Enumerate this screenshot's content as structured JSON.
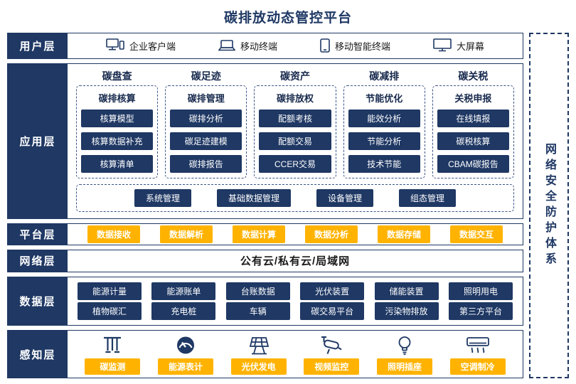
{
  "title": "碳排放动态管控平台",
  "security": {
    "label": "网络安全防护体系"
  },
  "user_layer": {
    "label": "用户层",
    "items": [
      {
        "icon": "desktop-icon",
        "label": "企业客户端"
      },
      {
        "icon": "laptop-icon",
        "label": "移动终端"
      },
      {
        "icon": "tablet-icon",
        "label": "移动智能终端"
      },
      {
        "icon": "big-screen-icon",
        "label": "大屏幕"
      }
    ]
  },
  "application_layer": {
    "label": "应用层",
    "columns": [
      {
        "header": "碳盘查",
        "subheader": "碳排核算",
        "buttons": [
          "核算模型",
          "核算数据补充",
          "核算清单"
        ]
      },
      {
        "header": "碳足迹",
        "subheader": "碳排管理",
        "buttons": [
          "碳排分析",
          "碳足迹建模",
          "碳排报告"
        ]
      },
      {
        "header": "碳资产",
        "subheader": "碳排放权",
        "buttons": [
          "配额考核",
          "配额交易",
          "CCER交易"
        ]
      },
      {
        "header": "碳减排",
        "subheader": "节能优化",
        "buttons": [
          "能效分析",
          "节能分析",
          "技术节能"
        ]
      },
      {
        "header": "碳关税",
        "subheader": "关税申报",
        "buttons": [
          "在线填报",
          "碳税核算",
          "CBAM碳报告"
        ]
      }
    ],
    "management": [
      "系统管理",
      "基础数据管理",
      "设备管理",
      "组态管理"
    ]
  },
  "platform_layer": {
    "label": "平台层",
    "buttons": [
      "数据接收",
      "数据解析",
      "数据计算",
      "数据分析",
      "数据存储",
      "数据交互"
    ]
  },
  "network_layer": {
    "label": "网络层",
    "text": "公有云/私有云/局域网"
  },
  "data_layer": {
    "label": "数据层",
    "row1": [
      "能源计量",
      "能源账单",
      "台账数据",
      "光伏装置",
      "储能装置",
      "照明用电"
    ],
    "row2": [
      "植物碳汇",
      "充电桩",
      "车辆",
      "碳交易平台",
      "污染物排放",
      "第三方平台"
    ]
  },
  "perception_layer": {
    "label": "感知层",
    "items": [
      {
        "icon": "carbon-monitor-icon",
        "label": "碳监测"
      },
      {
        "icon": "energy-gauge-icon",
        "label": "能源表计"
      },
      {
        "icon": "solar-panel-icon",
        "label": "光伏发电"
      },
      {
        "icon": "cctv-camera-icon",
        "label": "视频监控"
      },
      {
        "icon": "light-bulb-icon",
        "label": "照明插座"
      },
      {
        "icon": "air-conditioner-icon",
        "label": "空调制冷"
      }
    ]
  },
  "colors": {
    "navy": "#1F3864",
    "orange": "#FFB300"
  }
}
